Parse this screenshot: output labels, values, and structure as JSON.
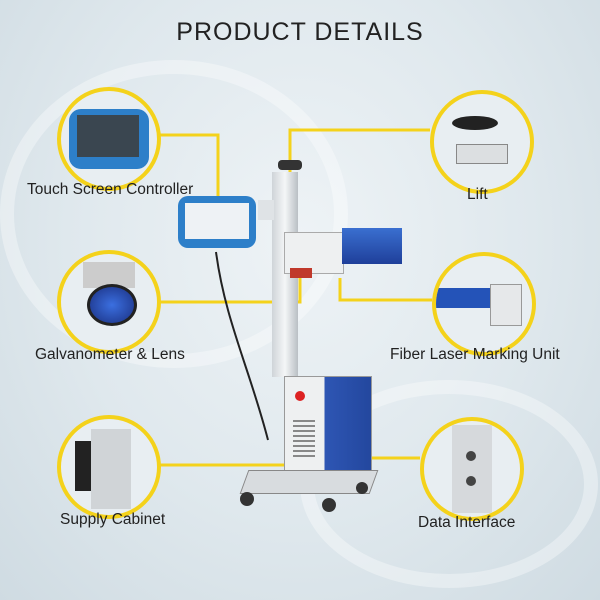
{
  "title": "PRODUCT DETAILS",
  "parts": {
    "touch_screen": "Touch Screen Controller",
    "galvanometer": "Galvanometer & Lens",
    "supply_cabinet": "Supply Cabinet",
    "lift": "Lift",
    "fiber_laser": "Fiber Laser Marking Unit",
    "data_interface": "Data Interface"
  },
  "colors": {
    "accent": "#f4d21b",
    "machine_blue": "#2d7fc9",
    "laser_blue": "#2453b8"
  }
}
